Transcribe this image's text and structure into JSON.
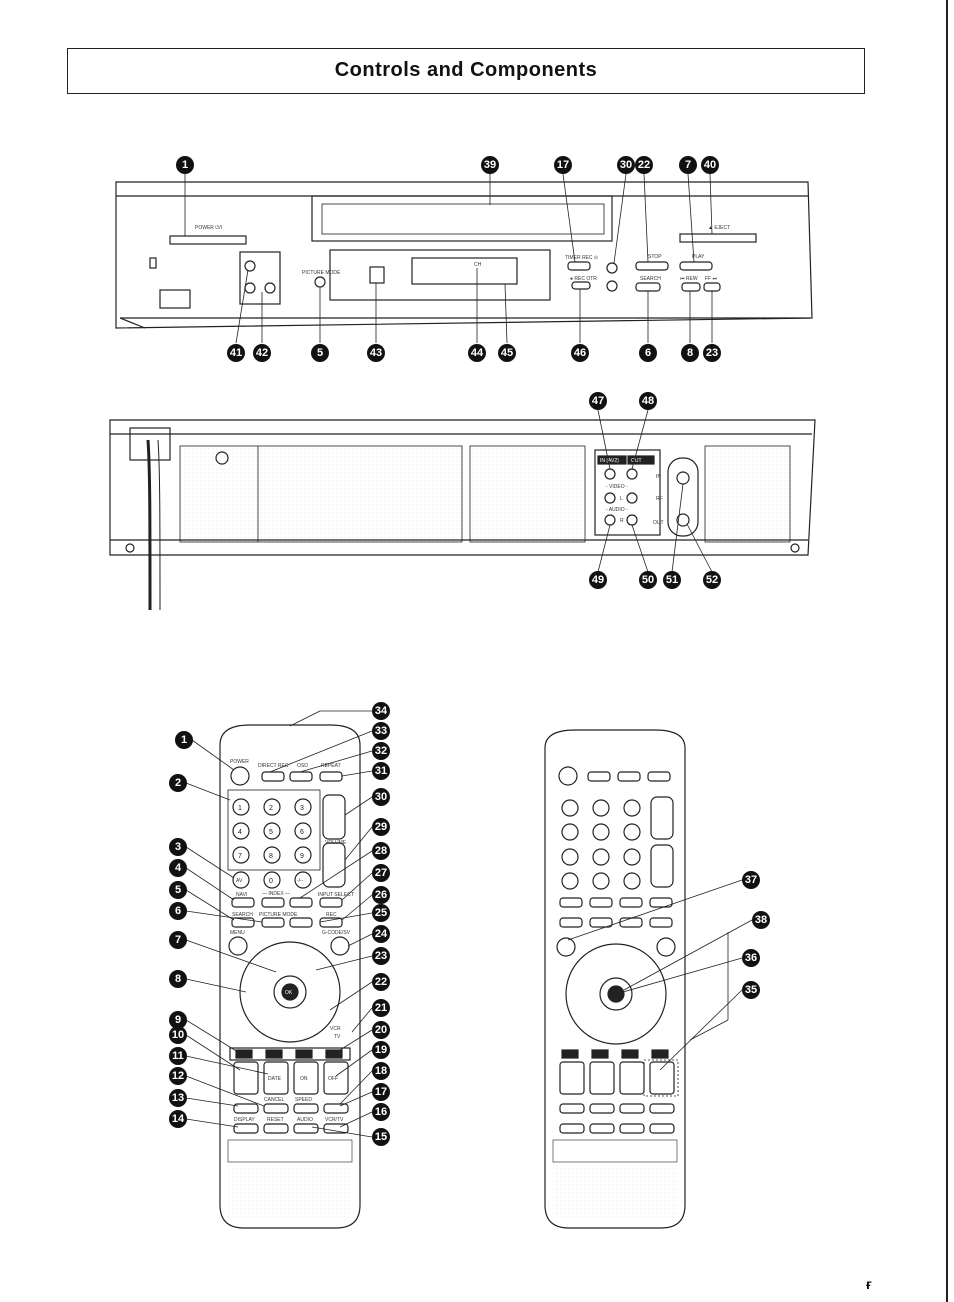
{
  "page": {
    "title": "Controls and Components",
    "page_mark": "ғ"
  },
  "front_panel": {
    "labels": {
      "power": "POWER ⏻/I",
      "eject": "▲ EJECT",
      "picture_mode": "PICTURE MODE",
      "stop": "STOP",
      "play": "PLAY",
      "search": "SEARCH",
      "ff_rew": "⏮ REW",
      "ff": "FF ⏭",
      "timer": "TIMER REC ⊙",
      "rec_otr": "● REC OTR",
      "ch": "CH"
    },
    "callouts_top": [
      "1",
      "39",
      "17",
      "30",
      "22",
      "7",
      "40"
    ],
    "callouts_bottom": [
      "41",
      "42",
      "5",
      "43",
      "44",
      "45",
      "46",
      "6",
      "8",
      "23"
    ]
  },
  "rear_panel": {
    "labels": {
      "in_av2": "IN (AV2)",
      "out": "OUT",
      "video": "- VIDEO -",
      "audio": "- AUDIO -",
      "l": "L",
      "r": "R",
      "in": "IN",
      "rf": "RF",
      "out2": "OUT"
    },
    "callouts_top": [
      "47",
      "48"
    ],
    "callouts_bottom": [
      "49",
      "50",
      "51",
      "52"
    ]
  },
  "remote_left": {
    "labels": {
      "power": "POWER",
      "direct_rec": "DIRECT REC",
      "osd": "OSD",
      "repeat": "REPEAT",
      "volume": "VOLUME",
      "av": "AV",
      "navi": "NAVI",
      "index": "— INDEX —",
      "input_select": "INPUT SELECT",
      "search": "SEARCH",
      "picture_mode": "PICTURE MODE",
      "rec": "REC",
      "menu": "MENU",
      "g_code": "G-CODE/SV",
      "vcr": "VCR",
      "tv": "TV",
      "date": "DATE",
      "on": "ON",
      "off": "OFF",
      "cancel": "CANCEL",
      "speed": "SPEED",
      "display": "DISPLAY",
      "reset": "RESET",
      "audio": "AUDIO",
      "vcr_tv": "VCR/TV",
      "ok": "OK",
      "n1": "1",
      "n2": "2",
      "n3": "3",
      "n4": "4",
      "n5": "5",
      "n6": "6",
      "n7": "7",
      "n8": "8",
      "n9": "9",
      "n0": "0",
      "dash": "-/--"
    },
    "callouts_left": [
      "1",
      "2",
      "3",
      "4",
      "5",
      "6",
      "7",
      "8",
      "9",
      "10",
      "11",
      "12",
      "13",
      "14"
    ],
    "callouts_right": [
      "34",
      "33",
      "32",
      "31",
      "30",
      "29",
      "28",
      "27",
      "26",
      "25",
      "24",
      "23",
      "22",
      "21",
      "20",
      "19",
      "18",
      "17",
      "16",
      "15"
    ]
  },
  "remote_right": {
    "callouts": [
      "37",
      "38",
      "36",
      "35"
    ]
  }
}
